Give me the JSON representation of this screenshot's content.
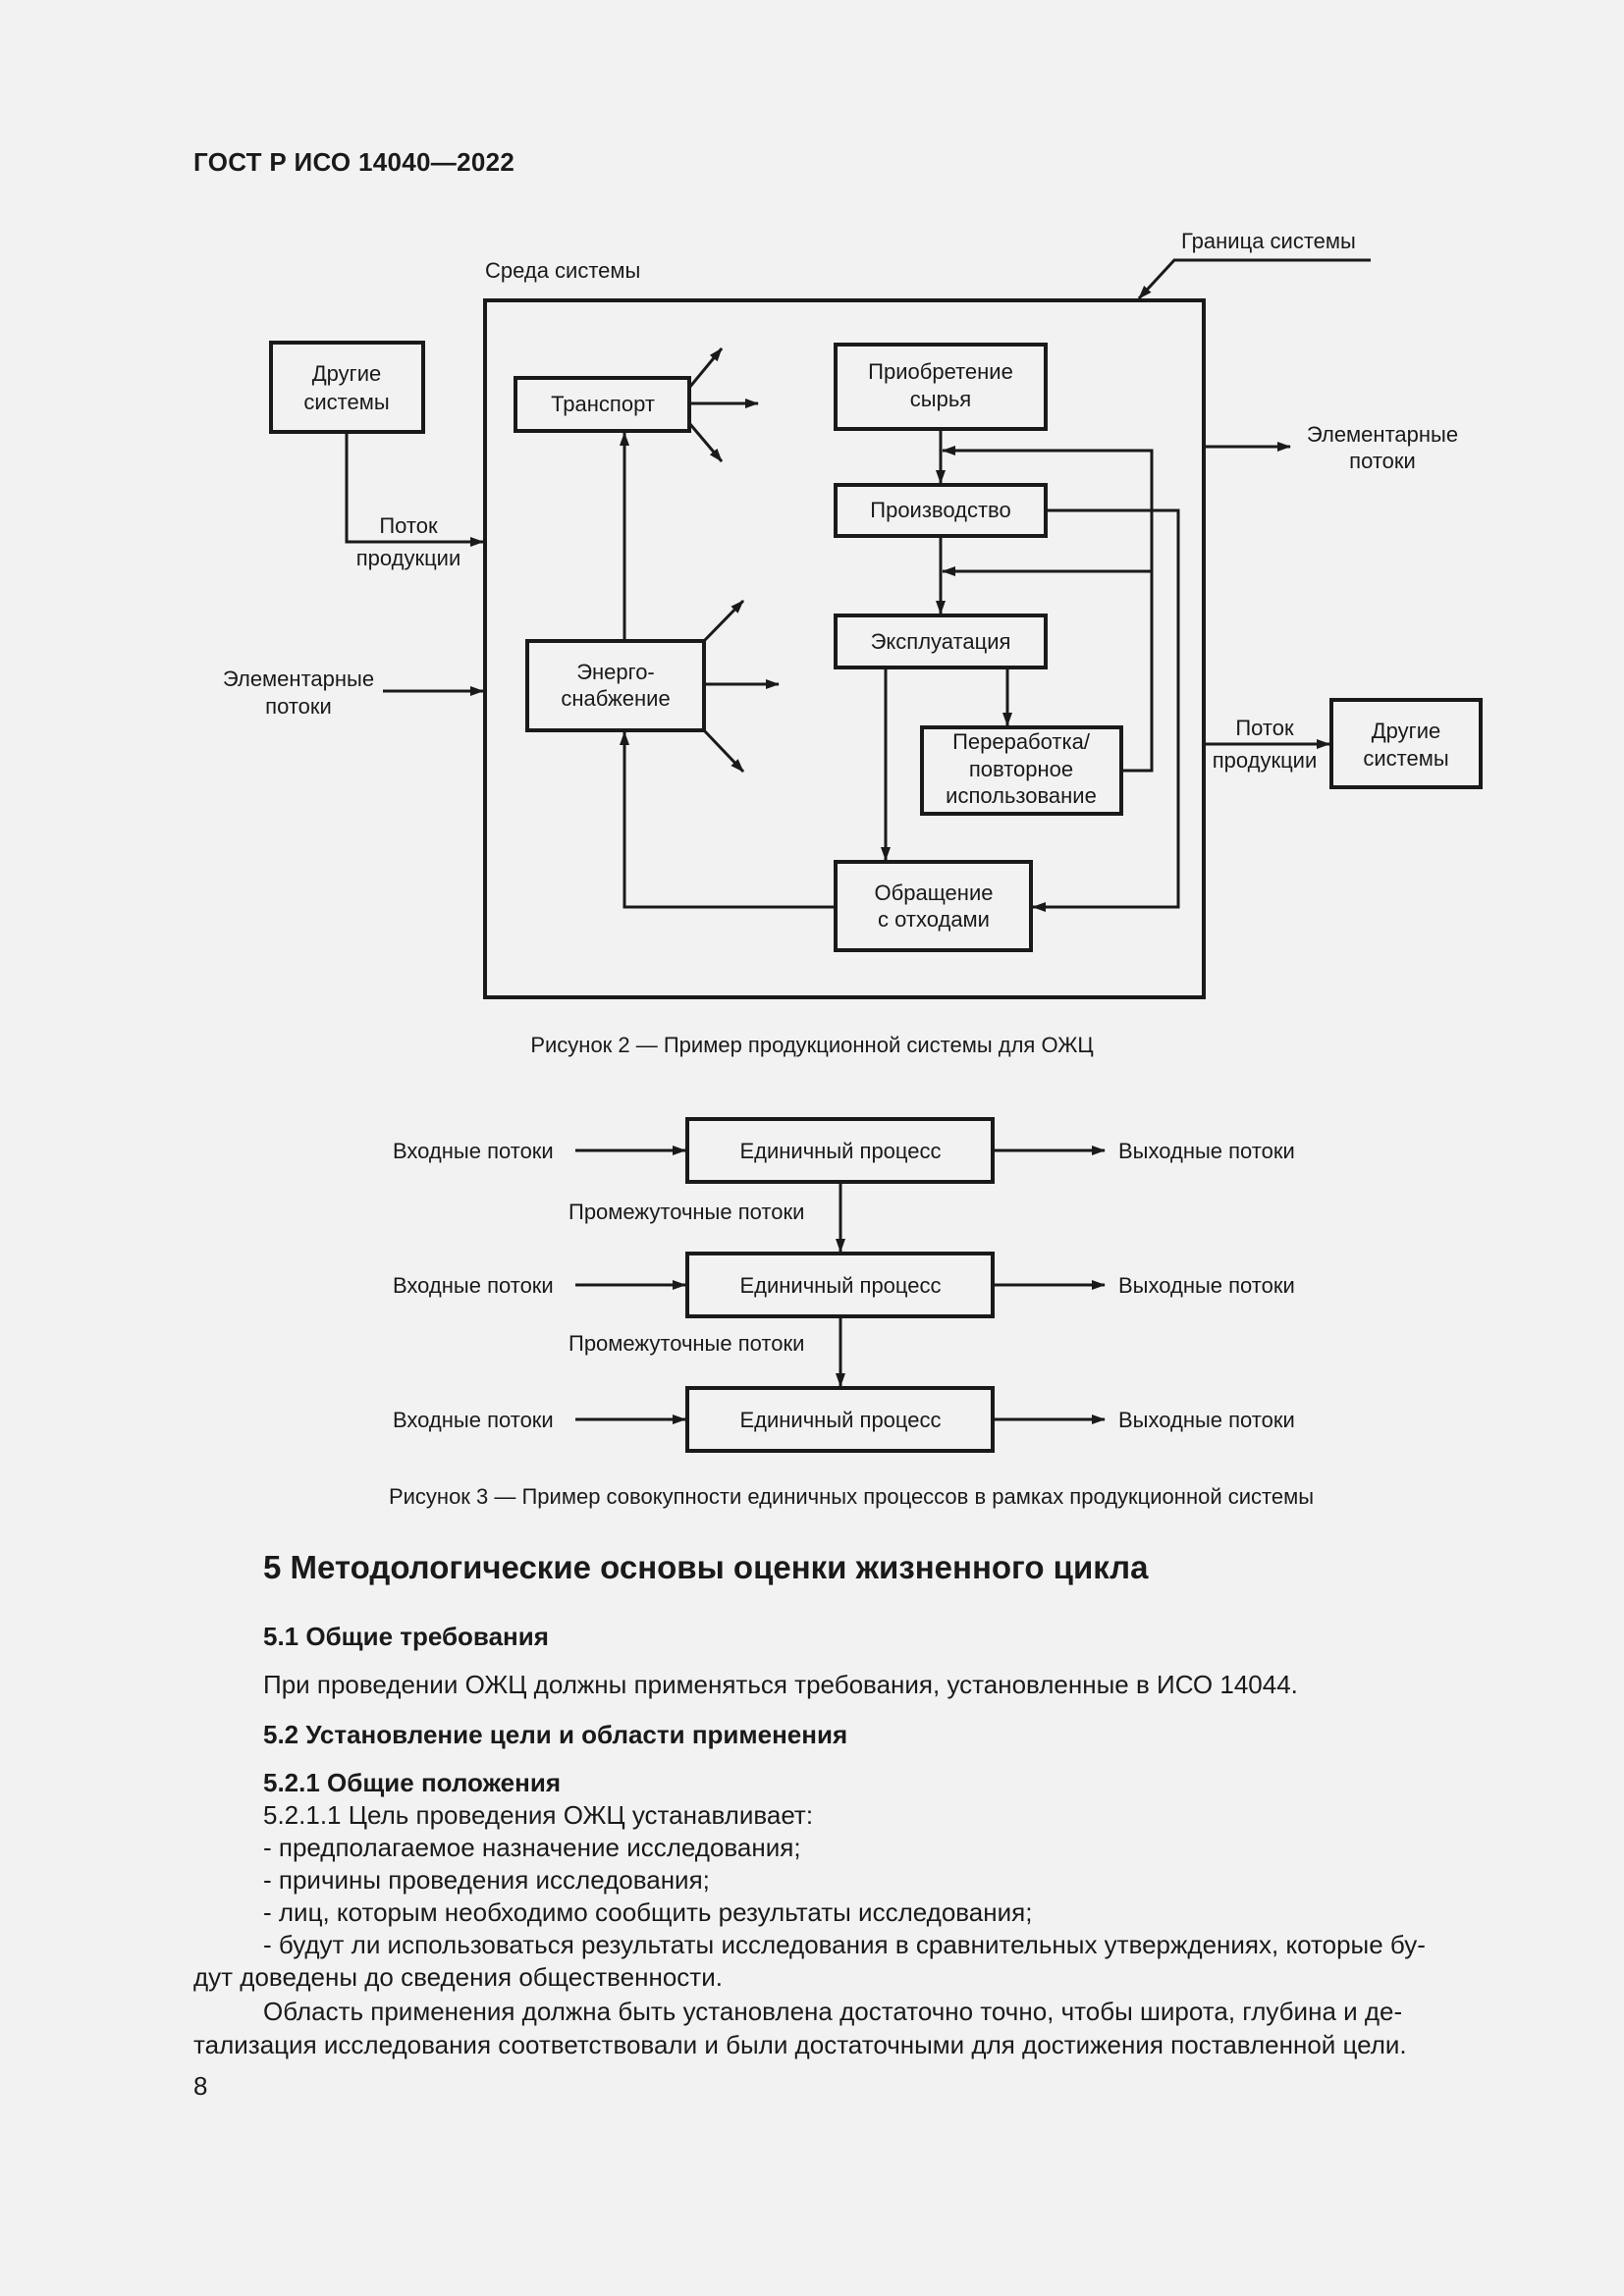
{
  "header": {
    "doc_id": "ГОСТ Р ИСО 14040—2022"
  },
  "figure2": {
    "labels": {
      "boundary": "Граница системы",
      "environment": "Среда системы",
      "other_systems_left": [
        "Другие",
        "системы"
      ],
      "product_flow_left": [
        "Поток",
        "продукции"
      ],
      "elementary_flows_left": [
        "Элементарные",
        "потоки"
      ],
      "transport": "Транспорт",
      "energy": [
        "Энерго-",
        "снабжение"
      ],
      "raw": [
        "Приобретение",
        "сырья"
      ],
      "production": "Производство",
      "use": "Эксплуатация",
      "recycling": [
        "Переработка/",
        "повторное",
        "использование"
      ],
      "waste": [
        "Обращение",
        "с отходами"
      ],
      "elementary_flows_right": [
        "Элементарные",
        "потоки"
      ],
      "product_flow_right": [
        "Поток",
        "продукции"
      ],
      "other_systems_right": [
        "Другие",
        "системы"
      ]
    },
    "caption": "Рисунок 2 — Пример продукционной системы для ОЖЦ"
  },
  "figure3": {
    "input": "Входные потоки",
    "process": "Единичный процесс",
    "output": "Выходные потоки",
    "intermediate": "Промежуточные потоки",
    "caption": "Рисунок 3 — Пример совокупности единичных процессов в рамках продукционной системы"
  },
  "body": {
    "section_title": "5  Методологические основы оценки жизненного цикла",
    "s51_title": "5.1  Общие требования",
    "s51_text": "При проведении ОЖЦ должны применяться требования, установленные в ИСО 14044.",
    "s52_title": "5.2  Установление цели и области применения",
    "s521_title": "5.2.1  Общие положения",
    "s5211_intro": "5.2.1.1  Цель проведения ОЖЦ устанавливает:",
    "list": [
      "-  предполагаемое назначение исследования;",
      "-  причины проведения исследования;",
      "-  лиц, которым необходимо сообщить результаты исследования;"
    ],
    "list_last_line1": "-  будут ли использоваться результаты исследования в сравнительных утверждениях, которые бу-",
    "list_last_line2": "дут доведены до сведения общественности.",
    "scope_line1": "Область применения должна быть установлена достаточно точно, чтобы широта, глубина и де-",
    "scope_line2": "тализация исследования соответствовали и были достаточными для достижения поставленной цели."
  },
  "page_number": "8"
}
